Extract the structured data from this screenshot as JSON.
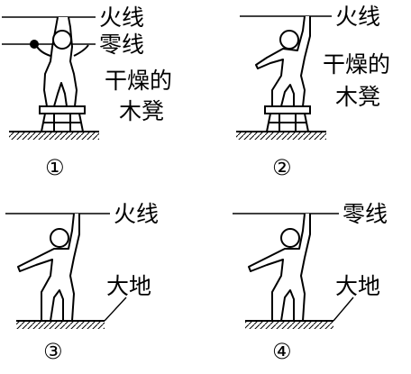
{
  "panels": [
    {
      "number": "①",
      "wires": [
        "火线",
        "零线"
      ],
      "support": [
        "干燥的",
        "木凳"
      ]
    },
    {
      "number": "②",
      "wires": [
        "火线"
      ],
      "support": [
        "干燥的",
        "木凳"
      ]
    },
    {
      "number": "③",
      "wires": [
        "火线"
      ],
      "support": [
        "大地"
      ]
    },
    {
      "number": "④",
      "wires": [
        "零线"
      ],
      "support": [
        "大地"
      ]
    }
  ]
}
